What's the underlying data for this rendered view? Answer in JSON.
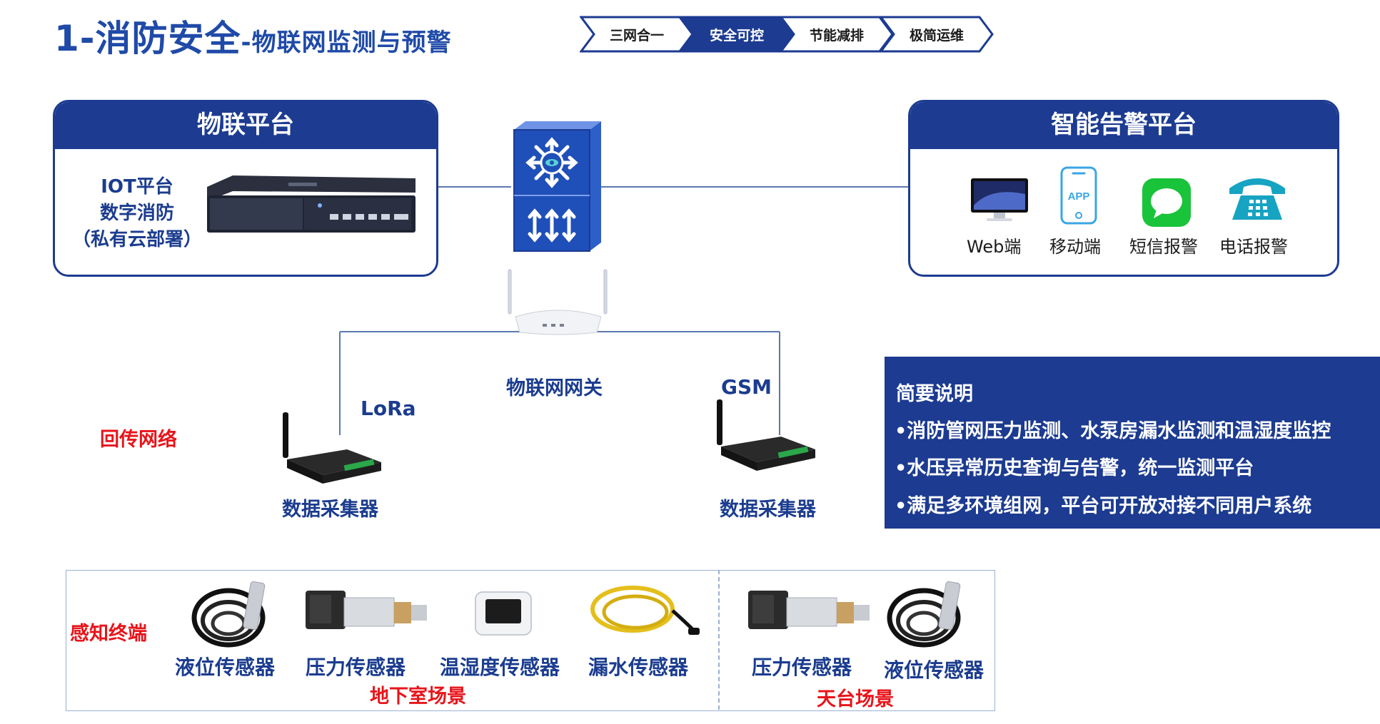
{
  "header": {
    "title_main": "1-消防安全",
    "title_sub": "-物联网监测与预警",
    "steps": [
      "三网合一",
      "安全可控",
      "节能减排",
      "极简运维"
    ],
    "active_step_index": 1
  },
  "iot_platform": {
    "heading": "物联平台",
    "lines": [
      "IOT平台",
      "数字消防",
      "（私有云部署）"
    ]
  },
  "alarm_platform": {
    "heading": "智能告警平台",
    "channels": [
      {
        "label": "Web端",
        "icon": "monitor-icon"
      },
      {
        "label": "移动端",
        "icon": "phone-app-icon"
      },
      {
        "label": "短信报警",
        "icon": "message-icon"
      },
      {
        "label": "电话报警",
        "icon": "telephone-icon"
      }
    ]
  },
  "network": {
    "gateway_label": "物联网网关",
    "left_link": "LoRa",
    "right_link": "GSM",
    "backhaul_label": "回传网络",
    "collector_left": "数据采集器",
    "collector_right": "数据采集器"
  },
  "description": {
    "title": "简要说明",
    "items": [
      "•消防管网压力监测、水泵房漏水监测和温湿度监控",
      "•水压异常历史查询与告警，统一监测平台",
      "•满足多环境组网，平台可开放对接不同用户系统"
    ]
  },
  "sensing": {
    "label": "感知终端",
    "basement": {
      "sensors": [
        "液位传感器",
        "压力传感器",
        "温湿度传感器",
        "漏水传感器"
      ],
      "scene": "地下室场景"
    },
    "roof": {
      "sensors": [
        "压力传感器",
        "液位传感器"
      ],
      "scene": "天台场景"
    }
  },
  "colors": {
    "brand_blue": "#1c3b91",
    "title_blue": "#1f4aa8",
    "accent_red": "#e8141a",
    "line": "#5b78b0"
  }
}
